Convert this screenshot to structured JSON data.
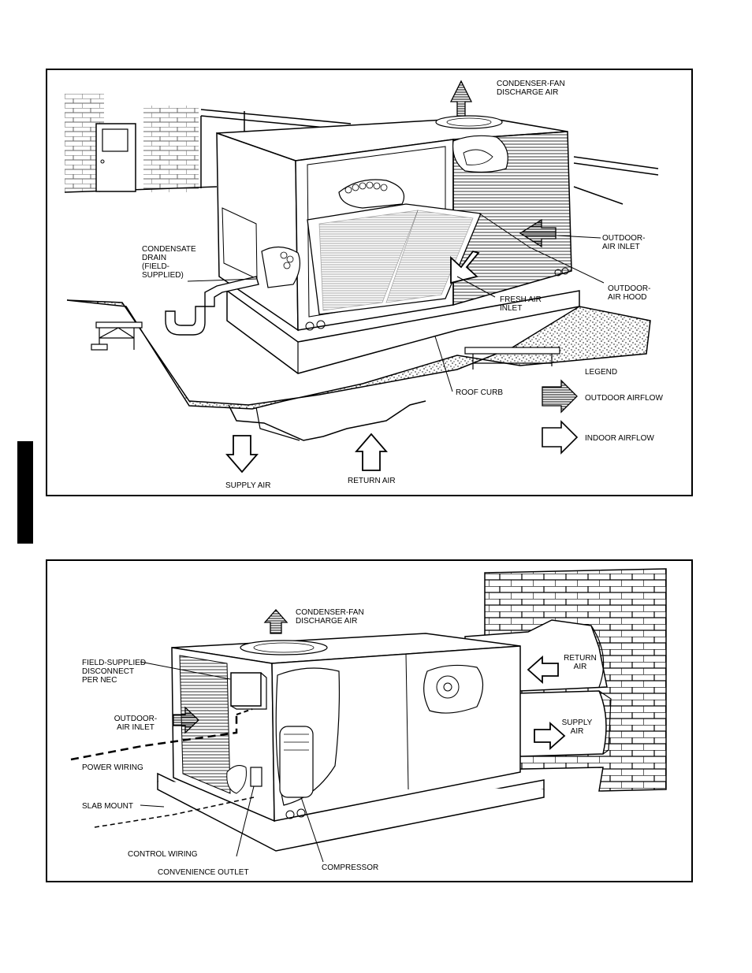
{
  "top_diagram": {
    "labels": {
      "condenser_fan_discharge_air": "CONDENSER-FAN\nDISCHARGE AIR",
      "outdoor_air_inlet": "OUTDOOR-\nAIR INLET",
      "condensate_drain": "CONDENSATE\nDRAIN\n(FIELD-\nSUPPLIED)",
      "outdoor_air_hood": "OUTDOOR-\nAIR HOOD",
      "fresh_air_inlet": "FRESH AIR\nINLET",
      "roof_curb": "ROOF CURB",
      "supply_air": "SUPPLY AIR",
      "return_air": "RETURN AIR"
    },
    "legend": {
      "title": "LEGEND",
      "outdoor_airflow": "OUTDOOR AIRFLOW",
      "indoor_airflow": "INDOOR AIRFLOW"
    }
  },
  "bottom_diagram": {
    "labels": {
      "condenser_fan_discharge_air": "CONDENSER-FAN\nDISCHARGE AIR",
      "field_supplied_disconnect": "FIELD-SUPPLIED\nDISCONNECT\nPER NEC",
      "outdoor_air_inlet": "OUTDOOR-\nAIR INLET",
      "power_wiring": "POWER WIRING",
      "slab_mount": "SLAB MOUNT",
      "control_wiring": "CONTROL WIRING",
      "convenience_outlet": "CONVENIENCE OUTLET",
      "compressor": "COMPRESSOR",
      "return_air": "RETURN\nAIR",
      "supply_air": "SUPPLY\nAIR"
    }
  }
}
